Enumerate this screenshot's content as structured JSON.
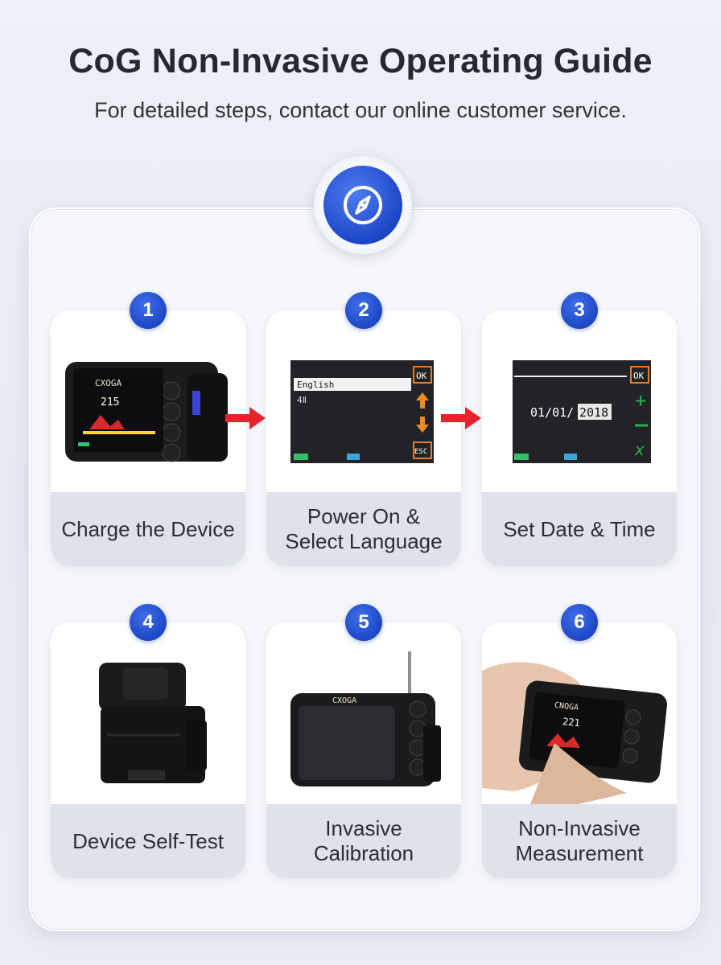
{
  "header": {
    "title": "CoG Non-Invasive Operating Guide",
    "subtitle": "For detailed steps, contact our online customer service."
  },
  "badge_icon": "compass-icon",
  "colors": {
    "accent": "#1c47c8",
    "arrow": "#e5232a",
    "label_bg": "#dfe2ea"
  },
  "steps": [
    {
      "number": "1",
      "label": "Charge the Device",
      "device": {
        "brand": "CXOGA",
        "reading": "215"
      }
    },
    {
      "number": "2",
      "label": "Power On & Select Language",
      "screen": {
        "option": "English",
        "ok": "OK",
        "esc": "ESC"
      }
    },
    {
      "number": "3",
      "label": "Set Date & Time",
      "screen": {
        "date": "01/01/",
        "year": "2018",
        "ok": "OK"
      }
    },
    {
      "number": "4",
      "label": "Device Self-Test"
    },
    {
      "number": "5",
      "label": "Invasive Calibration",
      "device": {
        "brand": "CXOGA"
      }
    },
    {
      "number": "6",
      "label": "Non-Invasive Measurement",
      "device": {
        "brand": "CNOGA",
        "reading": "221"
      }
    }
  ]
}
